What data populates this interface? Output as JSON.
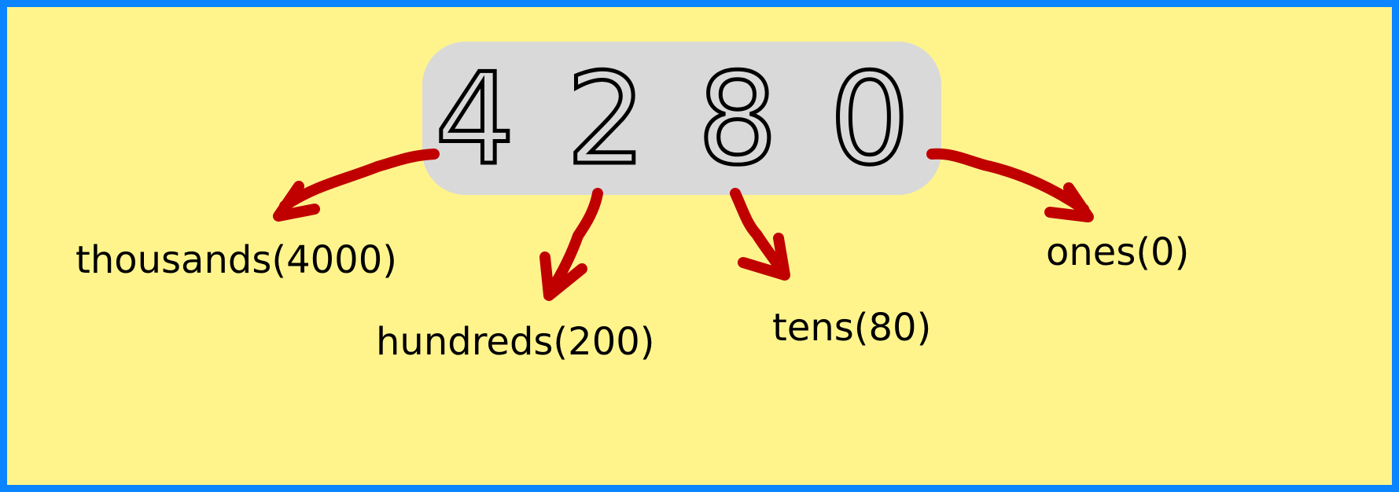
{
  "number": "4280",
  "digits": [
    "4",
    "2",
    "8",
    "0"
  ],
  "place_values": {
    "thousands": "thousands(4000)",
    "hundreds": "hundreds(200)",
    "tens": "tens(80)",
    "ones": "ones(0)"
  },
  "colors": {
    "border": "#0a84ff",
    "background": "#fff48c",
    "number_box": "#d9d9d9",
    "arrow": "#c00000",
    "text": "#000000"
  }
}
